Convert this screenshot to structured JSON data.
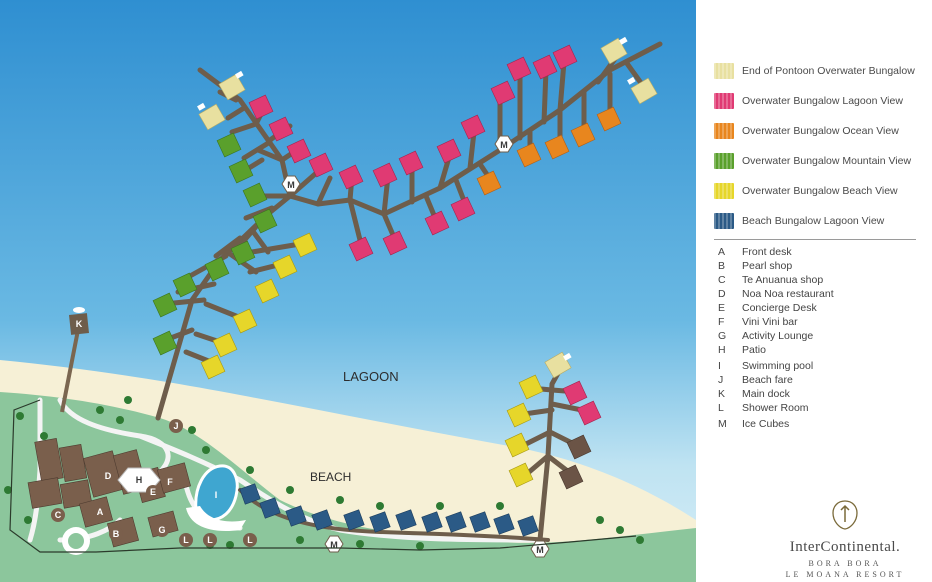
{
  "map_labels": {
    "lagoon": "LAGOON",
    "beach": "BEACH"
  },
  "legend": {
    "bungalow_types": [
      {
        "label": "End of Pontoon Overwater Bungalow",
        "color": "#e8e0a0"
      },
      {
        "label": "Overwater Bungalow Lagoon View",
        "color": "#e03a73"
      },
      {
        "label": "Overwater Bungalow Ocean View",
        "color": "#e8861e"
      },
      {
        "label": "Overwater Bungalow Mountain View",
        "color": "#5aa02c"
      },
      {
        "label": "Overwater Bungalow Beach View",
        "color": "#e6d62a"
      },
      {
        "label": "Beach Bungalow Lagoon View",
        "color": "#2b5a86"
      }
    ],
    "facilities": [
      {
        "letter": "A",
        "name": "Front desk"
      },
      {
        "letter": "B",
        "name": "Pearl shop"
      },
      {
        "letter": "C",
        "name": "Te Anuanua shop"
      },
      {
        "letter": "D",
        "name": "Noa Noa restaurant"
      },
      {
        "letter": "E",
        "name": "Concierge Desk"
      },
      {
        "letter": "F",
        "name": "Vini Vini bar"
      },
      {
        "letter": "G",
        "name": "Activity Lounge"
      },
      {
        "letter": "H",
        "name": "Patio"
      },
      {
        "letter": "I",
        "name": "Swimming pool"
      },
      {
        "letter": "J",
        "name": "Beach fare"
      },
      {
        "letter": "K",
        "name": "Main dock"
      },
      {
        "letter": "L",
        "name": "Shower Room"
      },
      {
        "letter": "M",
        "name": "Ice Cubes"
      }
    ]
  },
  "brand": {
    "name": "InterContinental.",
    "line1": "BORA BORA",
    "line2": "LE MOANA RESORT"
  },
  "colors": {
    "lagoon_deep": "#2f8fd1",
    "lagoon_light": "#bfe3f2",
    "sand": "#f6f0d6",
    "land": "#8cc69c",
    "walkway": "#6e5d4b",
    "beach_hut": "#6b5446"
  }
}
